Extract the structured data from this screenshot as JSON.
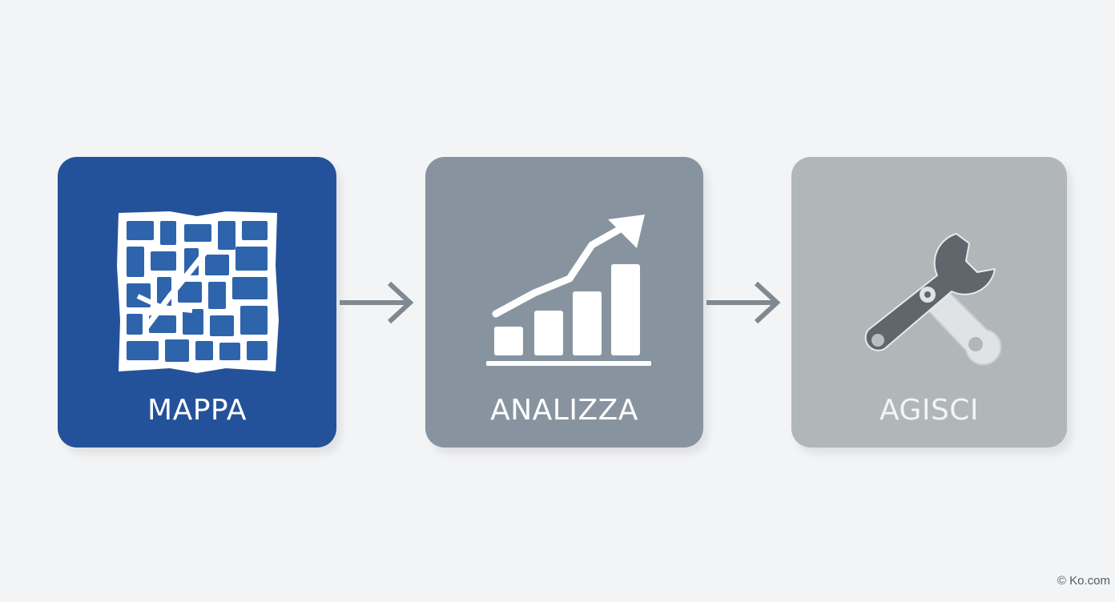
{
  "steps": [
    {
      "label": "MAPPA",
      "icon": "map-icon",
      "color": "#24529a"
    },
    {
      "label": "ANALIZZA",
      "icon": "chart-growth-icon",
      "color": "#8794a0"
    },
    {
      "label": "AGISCI",
      "icon": "wrench-icon",
      "color": "#b1b6b9"
    }
  ],
  "arrows": [
    {
      "icon": "arrow-right-icon"
    },
    {
      "icon": "arrow-right-icon"
    }
  ],
  "footer": {
    "text": "© Ko.com"
  }
}
